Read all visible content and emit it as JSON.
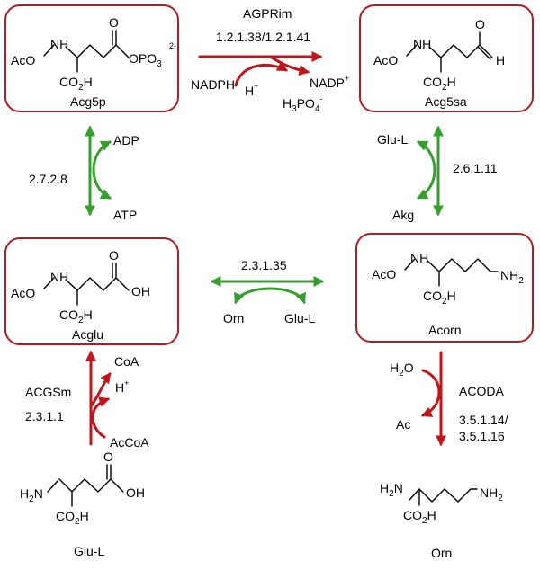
{
  "colors": {
    "red": "#c0151b",
    "green": "#33a02c",
    "box": "#b01c24"
  },
  "compounds": {
    "acg5p": {
      "name": "Acg5p"
    },
    "acg5sa": {
      "name": "Acg5sa"
    },
    "acglu": {
      "name": "Acglu"
    },
    "acorn": {
      "name": "Acorn"
    },
    "glul": {
      "name": "Glu-L"
    },
    "orn": {
      "name": "Orn"
    }
  },
  "reactions": {
    "agprim": {
      "name": "AGPRim",
      "ec": "1.2.1.38/1.2.1.41",
      "left1": "NADPH",
      "left2": "H",
      "left2_sup": "+",
      "right1": "NADP",
      "right1_sup": "+",
      "right2a": "H",
      "right2b": "3",
      "right2c": "PO",
      "right2d": "4",
      "right2e": "-"
    },
    "ack": {
      "ec": "2.7.2.8",
      "top": "ADP",
      "bottom": "ATP"
    },
    "trans": {
      "ec": "2.6.1.11",
      "top": "Glu-L",
      "bottom": "Akg"
    },
    "orntrans": {
      "ec": "2.3.1.35",
      "left": "Orn",
      "right": "Glu-L"
    },
    "acgs": {
      "name": "ACGSm",
      "ec": "2.3.1.1",
      "p1": "CoA",
      "p2": "H",
      "p2_sup": "+",
      "s": "AcCoA"
    },
    "acoda": {
      "name": "ACODA",
      "ec1": "3.5.1.14/",
      "ec2": "3.5.1.16",
      "s_a": "H",
      "s_b": "2",
      "s_c": "O",
      "p": "Ac"
    }
  },
  "atoms": {
    "aco": "AcO",
    "nh": "NH",
    "co2h_a": "CO",
    "co2h_b": "2",
    "co2h_c": "H",
    "o": "O",
    "opo3_a": "OPO",
    "opo3_b": "3",
    "opo3_c": "2-",
    "h": "H",
    "oh": "OH",
    "nh2_a": "NH",
    "nh2_b": "2",
    "h2n_a": "H",
    "h2n_b": "2",
    "h2n_c": "N"
  }
}
